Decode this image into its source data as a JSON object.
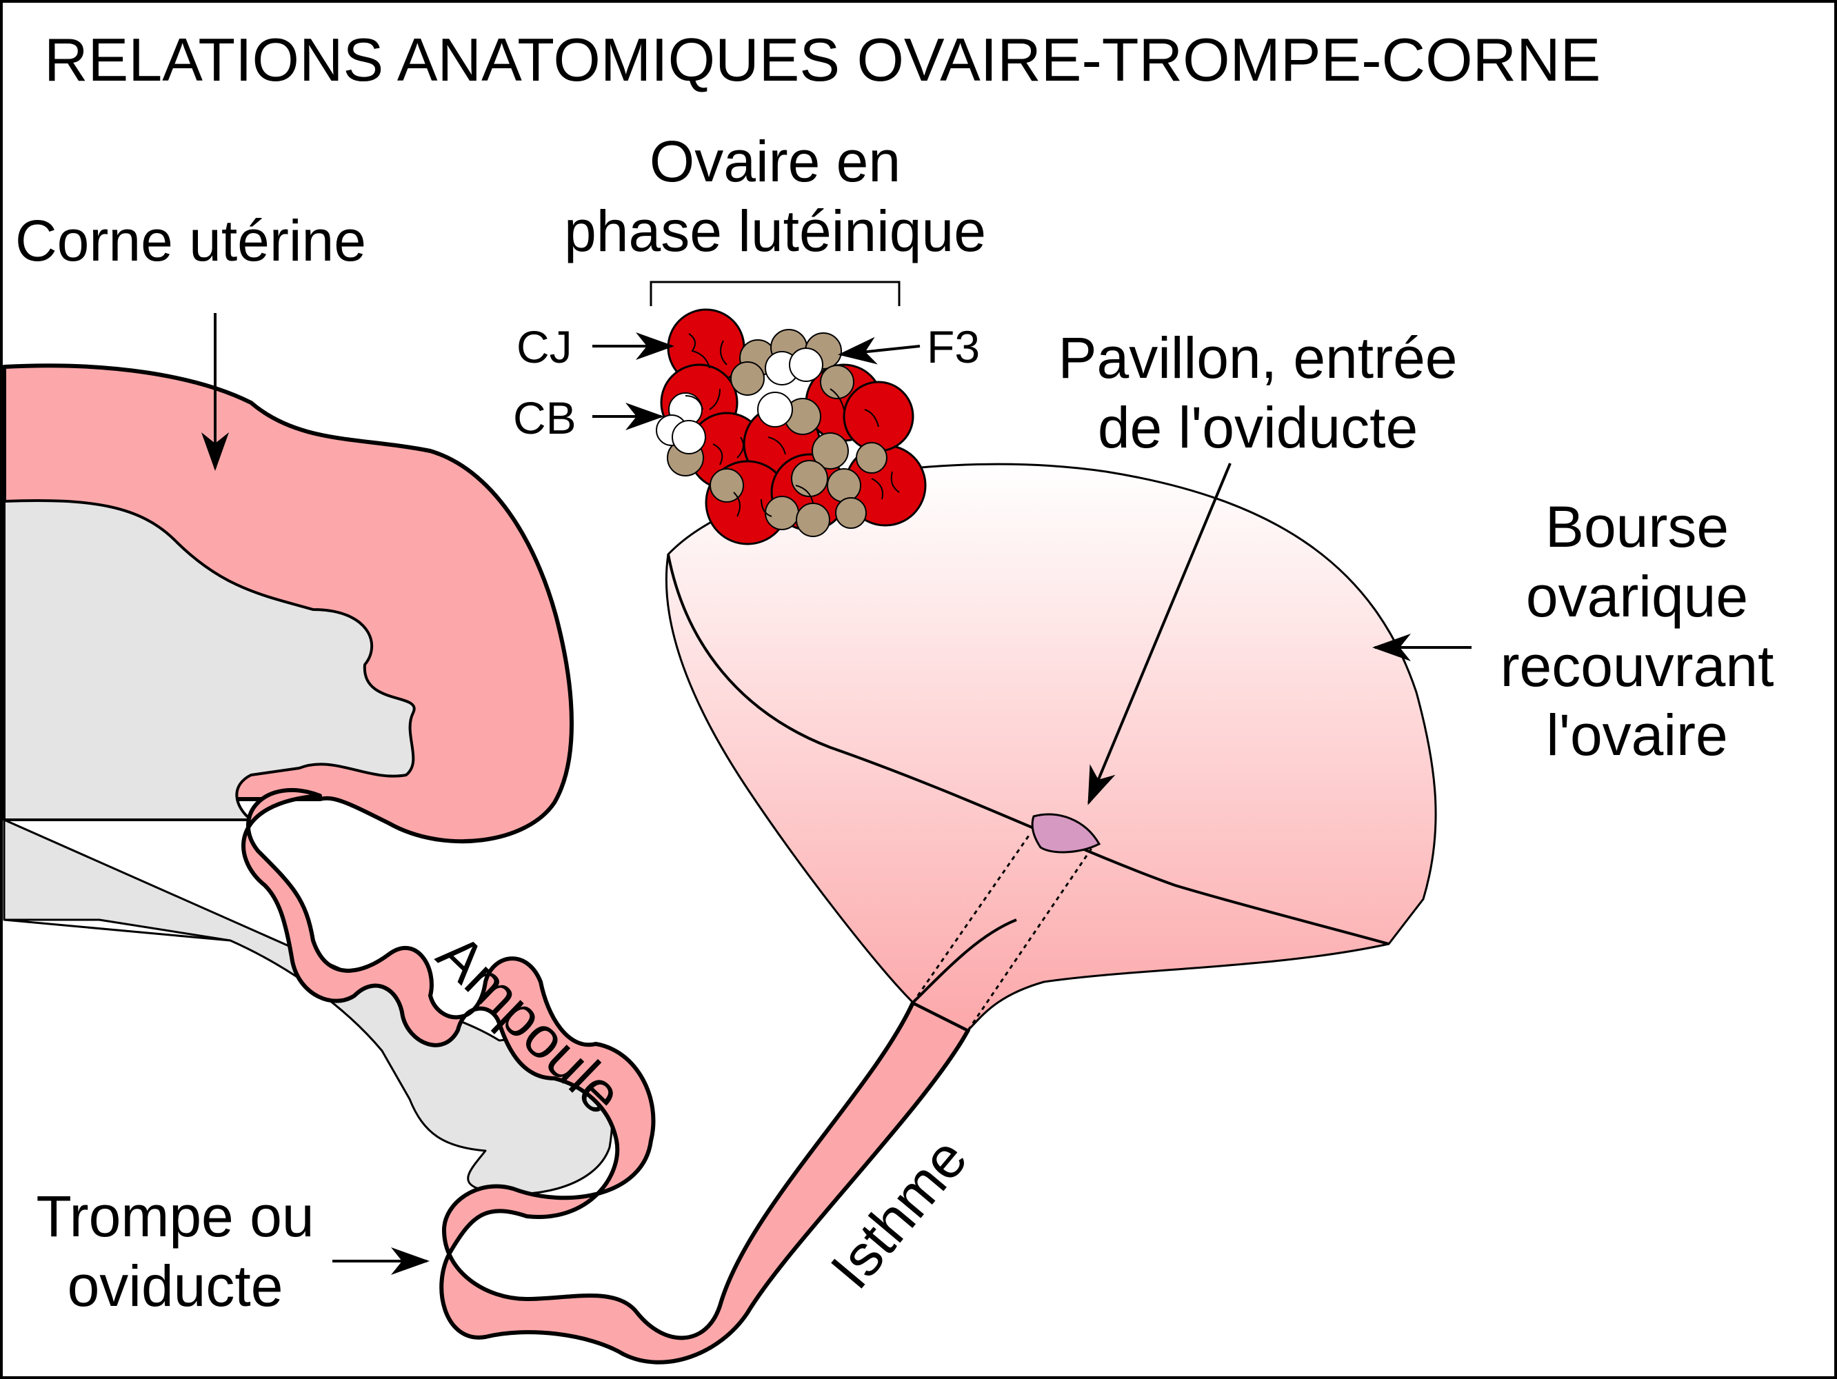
{
  "title": "RELATIONS ANATOMIQUES OVAIRE-TROMPE-CORNE",
  "labels": {
    "corne": "Corne utérine",
    "ovaire_line1": "Ovaire en",
    "ovaire_line2": "phase lutéinique",
    "pavillon_line1": "Pavillon, entrée",
    "pavillon_line2": "de l'oviducte",
    "bourse_line1": "Bourse",
    "bourse_line2": "ovarique",
    "bourse_line3": "recouvrant",
    "bourse_line4": "l'ovaire",
    "trompe_line1": "Trompe ou",
    "trompe_line2": "oviducte",
    "ampoule": "Ampoule",
    "isthme": "Isthme",
    "cj": "CJ",
    "cb": "CB",
    "f3": "F3"
  },
  "colors": {
    "uterine_wall": "#fca8aa",
    "lumen": "#e4e4e4",
    "corpus_luteum": "#dd0008",
    "follicle": "#b09a7c",
    "corpus_albicans": "#ffffff",
    "pavillon": "#d699c2",
    "bursa_top": "#ffffff",
    "bursa_bottom": "#fca8aa"
  }
}
